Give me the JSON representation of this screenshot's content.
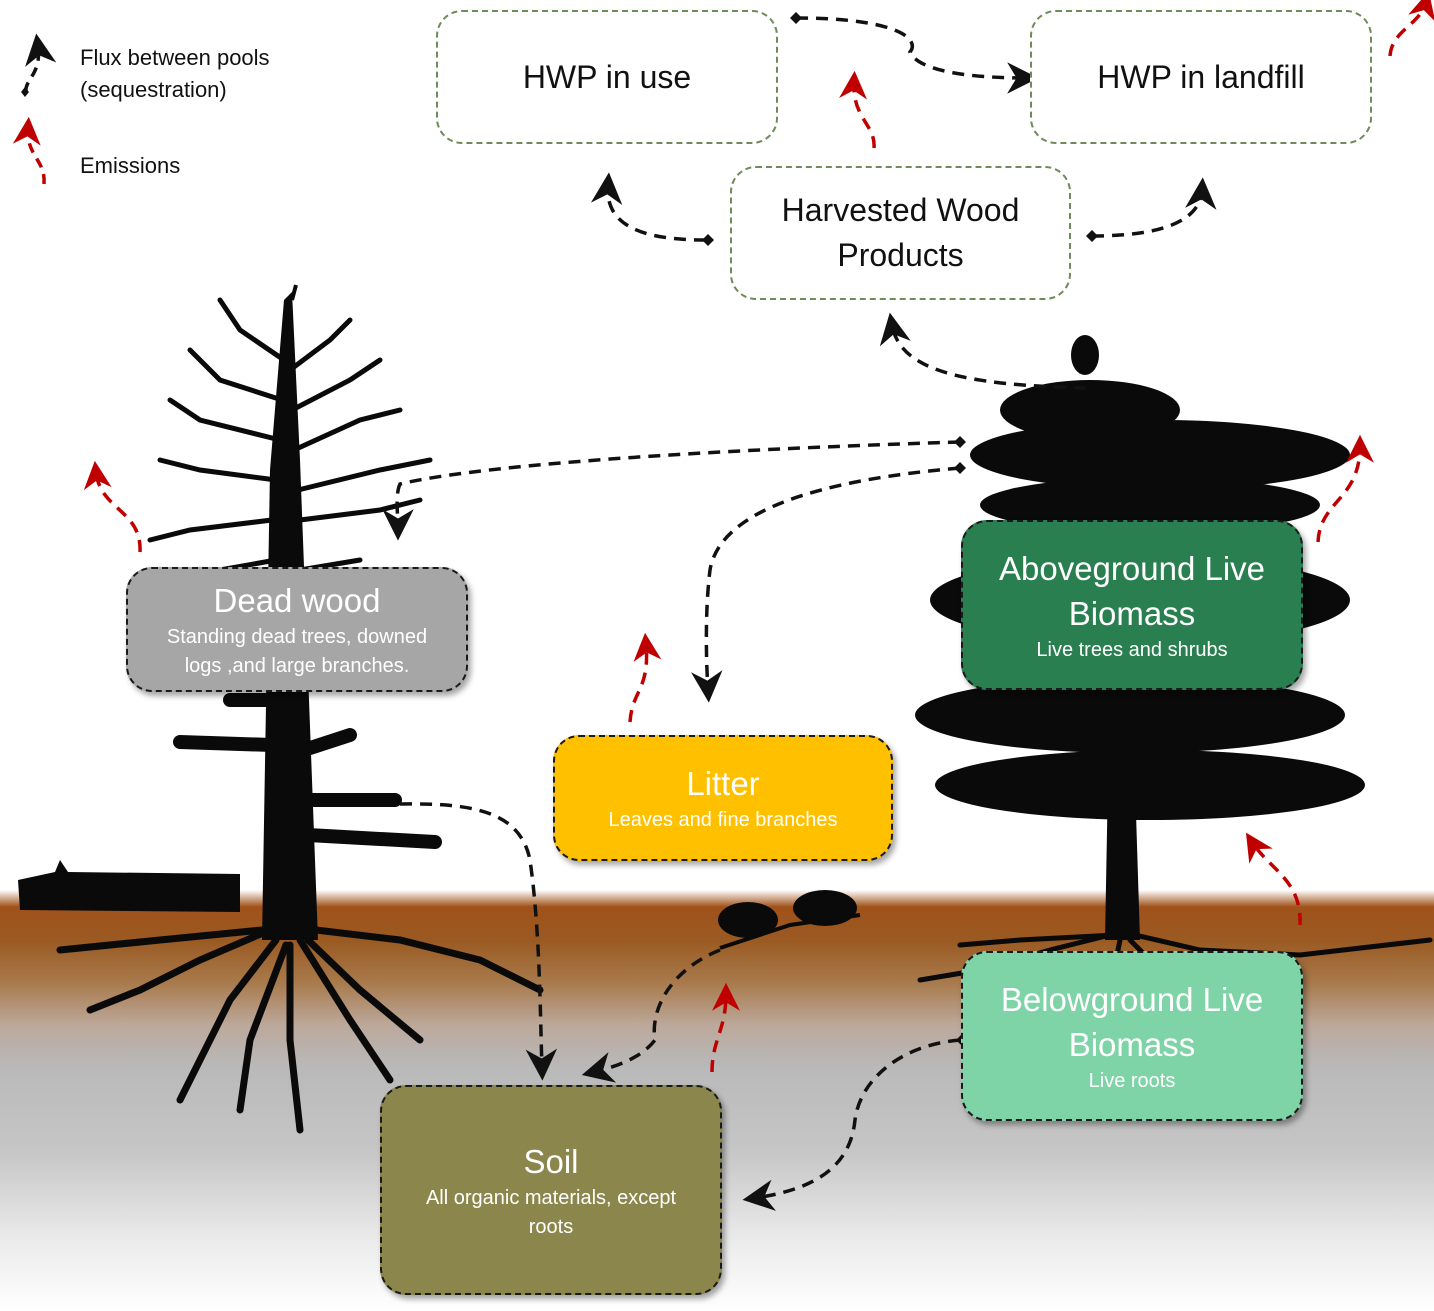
{
  "legend": {
    "flux_line1": "Flux between pools",
    "flux_line2": "(sequestration)",
    "emissions": "Emissions"
  },
  "hwp": {
    "in_use": "HWP in use",
    "in_landfill": "HWP in landfill",
    "products_line1": "Harvested Wood",
    "products_line2": "Products"
  },
  "pools": {
    "dead_wood": {
      "title": "Dead wood",
      "sub_line1": "Standing dead trees, downed",
      "sub_line2": "logs ,and large branches."
    },
    "aboveground": {
      "title_line1": "Aboveground Live",
      "title_line2": "Biomass",
      "sub": "Live trees and shrubs"
    },
    "litter": {
      "title": "Litter",
      "sub": "Leaves and fine branches"
    },
    "belowground": {
      "title_line1": "Belowground Live",
      "title_line2": "Biomass",
      "sub": "Live roots"
    },
    "soil": {
      "title": "Soil",
      "sub_line1": "All organic materials, except",
      "sub_line2": "roots"
    }
  },
  "colors": {
    "dead_wood": "#a6a6a6",
    "aboveground": "#2a7f50",
    "litter": "#ffc000",
    "belowground": "#7ed4a7",
    "soil": "#8b864b",
    "flux_arrow": "#111111",
    "emission_arrow": "#c00000"
  }
}
